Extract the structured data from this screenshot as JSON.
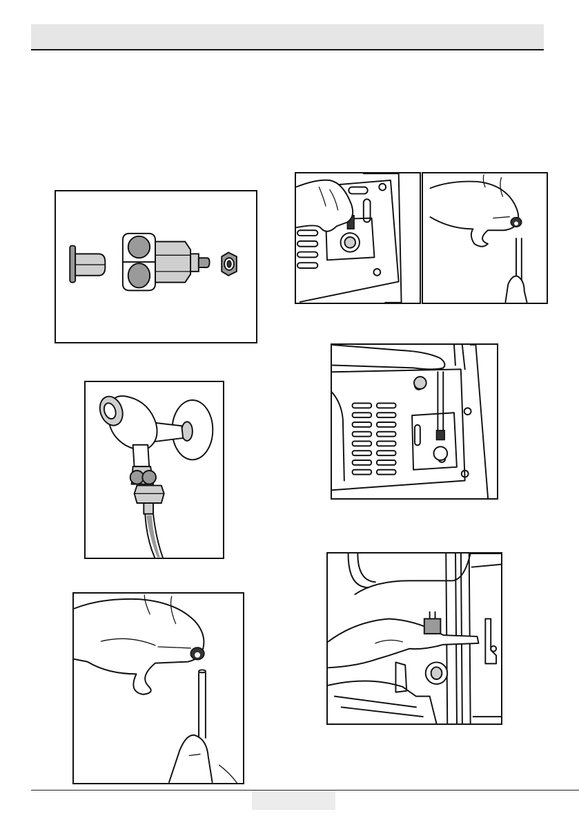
{
  "header": {
    "section_title": ""
  },
  "footer": {
    "page_number": ""
  },
  "figures": [
    {
      "id": "fittings-parts",
      "icon": "valve-fittings-icon"
    },
    {
      "id": "tap-with-hose",
      "icon": "tap-valve-icon"
    },
    {
      "id": "hand-nut-tube-left",
      "icon": "hand-nut-tube-icon"
    },
    {
      "id": "fridge-back-valve",
      "icon": "fridge-back-icon"
    },
    {
      "id": "hand-nut-tube-right",
      "icon": "hand-nut-tube-icon"
    },
    {
      "id": "fridge-back-tube-inserted",
      "icon": "fridge-back-icon"
    },
    {
      "id": "fridge-inside-clip",
      "icon": "fridge-clip-icon"
    }
  ],
  "colors": {
    "header_band": "#e6e6e6",
    "line": "#111111",
    "metal": "#9a9a9a"
  }
}
